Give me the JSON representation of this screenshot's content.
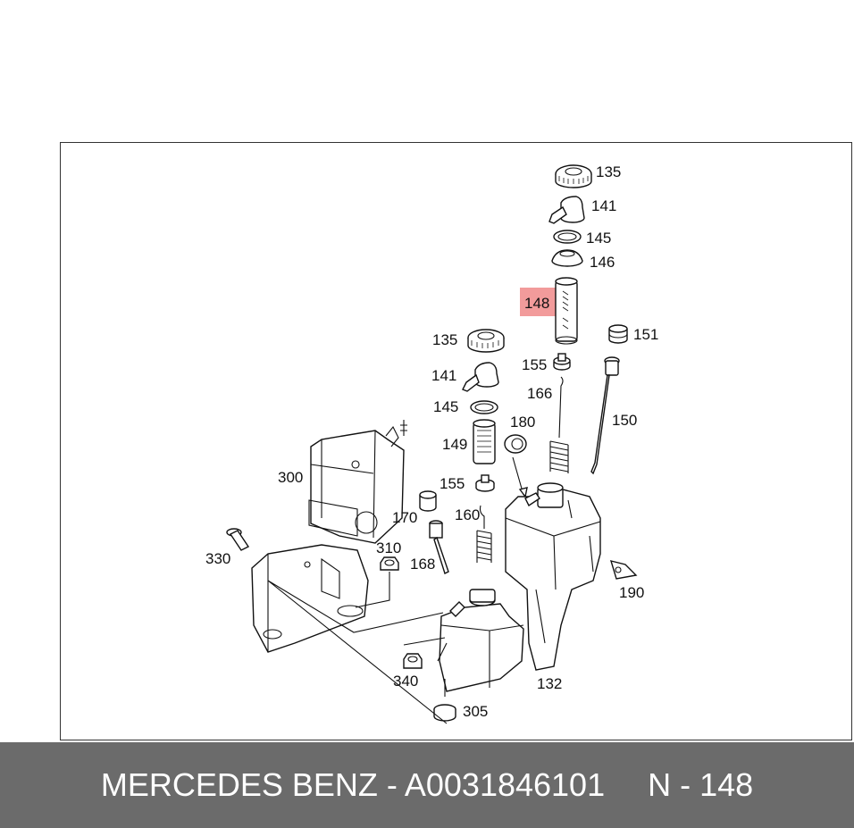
{
  "diagram": {
    "highlighted_part": "148",
    "labels": {
      "l135a": "135",
      "l141a": "141",
      "l145a": "145",
      "l146": "146",
      "l148": "148",
      "l151": "151",
      "l135b": "135",
      "l155a": "155",
      "l141b": "141",
      "l166": "166",
      "l145b": "145",
      "l180": "180",
      "l150": "150",
      "l149": "149",
      "l300": "300",
      "l155b": "155",
      "l170": "170",
      "l160": "160",
      "l330": "330",
      "l310": "310",
      "l168": "168",
      "l190": "190",
      "l340": "340",
      "l132": "132",
      "l305": "305"
    }
  },
  "footer": {
    "brand": "MERCEDES BENZ - A0031846101",
    "ref": "N - 148"
  },
  "colors": {
    "highlight": "#f08a8a",
    "footer_bg": "#6b6b6b",
    "footer_text": "#ffffff"
  }
}
